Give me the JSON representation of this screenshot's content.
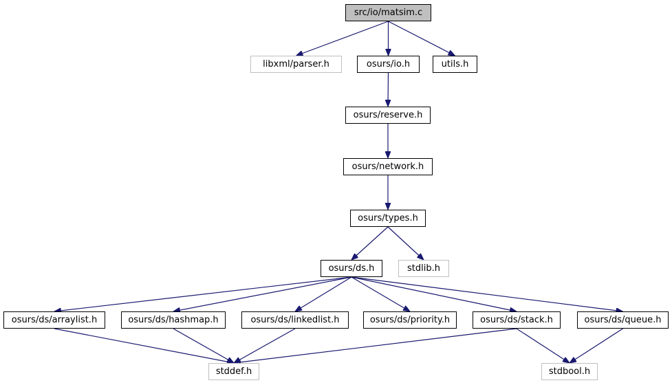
{
  "colors": {
    "edge": "#191970",
    "root_fill": "#bfbfbf",
    "node_border": "#000000",
    "external_border": "#bfbfbf"
  },
  "nodes": {
    "matsim_c": "src/io/matsim.c",
    "libxml_parser_h": "libxml/parser.h",
    "osurs_io_h": "osurs/io.h",
    "utils_h": "utils.h",
    "osurs_reserve_h": "osurs/reserve.h",
    "osurs_network_h": "osurs/network.h",
    "osurs_types_h": "osurs/types.h",
    "osurs_ds_h": "osurs/ds.h",
    "stdlib_h": "stdlib.h",
    "osurs_ds_arraylist_h": "osurs/ds/arraylist.h",
    "osurs_ds_hashmap_h": "osurs/ds/hashmap.h",
    "osurs_ds_linkedlist_h": "osurs/ds/linkedlist.h",
    "osurs_ds_priority_h": "osurs/ds/priority.h",
    "osurs_ds_stack_h": "osurs/ds/stack.h",
    "osurs_ds_queue_h": "osurs/ds/queue.h",
    "stddef_h": "stddef.h",
    "stdbool_h": "stdbool.h"
  },
  "edges": [
    [
      "matsim_c",
      "libxml_parser_h"
    ],
    [
      "matsim_c",
      "osurs_io_h"
    ],
    [
      "matsim_c",
      "utils_h"
    ],
    [
      "osurs_io_h",
      "osurs_reserve_h"
    ],
    [
      "osurs_reserve_h",
      "osurs_network_h"
    ],
    [
      "osurs_network_h",
      "osurs_types_h"
    ],
    [
      "osurs_types_h",
      "osurs_ds_h"
    ],
    [
      "osurs_types_h",
      "stdlib_h"
    ],
    [
      "osurs_ds_h",
      "osurs_ds_arraylist_h"
    ],
    [
      "osurs_ds_h",
      "osurs_ds_hashmap_h"
    ],
    [
      "osurs_ds_h",
      "osurs_ds_linkedlist_h"
    ],
    [
      "osurs_ds_h",
      "osurs_ds_priority_h"
    ],
    [
      "osurs_ds_h",
      "osurs_ds_stack_h"
    ],
    [
      "osurs_ds_h",
      "osurs_ds_queue_h"
    ],
    [
      "osurs_ds_arraylist_h",
      "stddef_h"
    ],
    [
      "osurs_ds_hashmap_h",
      "stddef_h"
    ],
    [
      "osurs_ds_linkedlist_h",
      "stddef_h"
    ],
    [
      "osurs_ds_stack_h",
      "stddef_h"
    ],
    [
      "osurs_ds_stack_h",
      "stdbool_h"
    ],
    [
      "osurs_ds_queue_h",
      "stdbool_h"
    ]
  ]
}
